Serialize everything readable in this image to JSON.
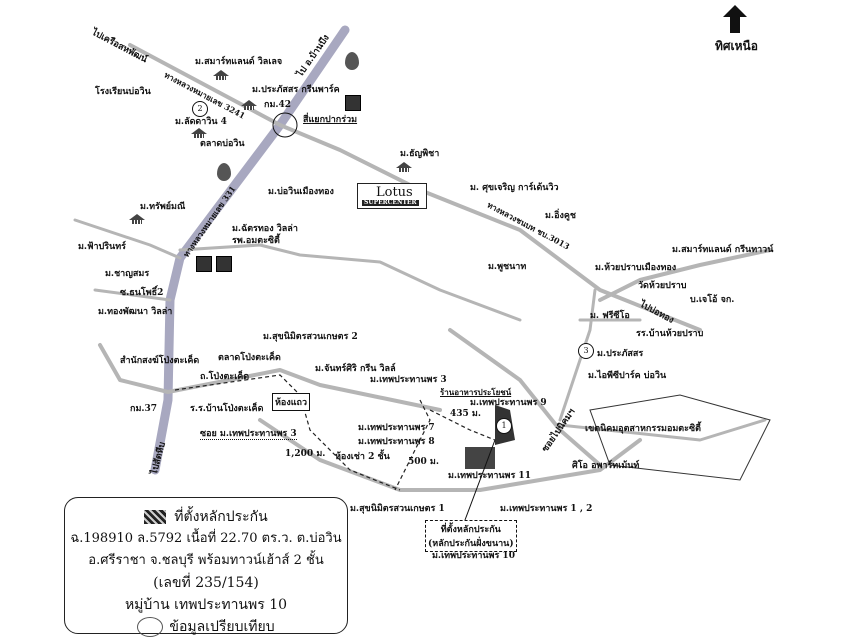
{
  "north": {
    "label": "ทิศเหนือ",
    "icon": "north-arrow-icon"
  },
  "roads": {
    "to_sahapat": "ไปเครือสหพัฒน์",
    "to_north": "ไป อ.บ้านบึง",
    "hwy_3241": "ทางหลวงหมายเลข 3241",
    "hwy_331": "ทางหลวงหมายเลข 331",
    "rural_3013": "ทางหลวงชนบท ชบ.3013",
    "to_sattahip": "ไปสัตหีบ",
    "to_bothong": "ไปบ่อทอง",
    "soi_nikom": "ซอยไปนิคมฯ",
    "pong_ta_ket_rd": "ถ.โป่งตะเค็ด",
    "soi_thep3": "ซอย ม.เทพประทานพร 3"
  },
  "places": {
    "smart_village": "ม.สมาร์ทแลนด์ วิลเลจ",
    "school_bowin": "โรงเรียนบ่อวิน",
    "prasat_green": "ม.ประภัสสร กรีนพาร์ค",
    "km42": "กม.42",
    "ladda4": "ม.ลัดดาวิน 4",
    "bowin_market": "ตลาดบ่อวิน",
    "pak_ruam": "สี่แยกปากร่วม",
    "bowin_muangthong": "ม.บ่อวินเมืองทอง",
    "chatthong": "ม.ฉัตรทอง วิลล่า",
    "amata_hosp": "รพ.อมตะซิตี้",
    "sabai_sabai": "ม.ทรัพย์มณี",
    "fah_prathan": "ม.ฟ้าปรินทร์",
    "chanya": "ม.ชาญสมร",
    "thanaphon2": "ซ.ธนโพธิ์2",
    "thongpattana": "ม.ทองพัฒนา วิลล่า",
    "thanya": "ม.ธัญพิชา",
    "lotus": "Lotus",
    "lotus_sub": "SUPERCENTER",
    "sukcharoen": "ม. ศุขเจริญ การ์เด้นวิว",
    "ingkhuth": "ม.อิ่งคูช",
    "phuchanat": "ม.พูชนาท",
    "huaypraban": "ม.ห้วยปราบเมืองทอง",
    "smart_green": "ม.สมาร์ทแลนด์ กรีนทาวน์",
    "wat_huaypraban": "วัดห้วยปราบ",
    "bjo": "บ.เจโอ้ จก.",
    "free_city": "ม. ฟรีซีโอ",
    "school_huaypraban": "รร.บ้านห้วยปราบ",
    "prasatsorn": "ม.ประภัสสร",
    "ipark": "ม.ไอพีซีปาร์ค บ่อวิน",
    "industrial": "เขตนิคมอุตสาหกรรมอมตะซิตี้",
    "amata_apartment": "ศิโอ อพาร์ทเม้นท์",
    "suknimit2": "ม.สุขนิมิตรสวนเกษตร 2",
    "pong_market": "ตลาดโป่งตะเค็ด",
    "chansiri": "ม.จันทร์ศิริ กรีน วิลล์",
    "pong_temple": "สำนักสงฆ์โป่งตะเค็ด",
    "km37": "กม.37",
    "pong_school": "ร.ร.บ้านโป่งตะเค็ด",
    "shophouse": "ห้องแถว",
    "shophouse2": "ห้องเช่า 2 ชั้น",
    "thep3": "ม.เทพประทานพร 3",
    "prayoon": "ร้านอาหารประโยชน์",
    "thep9": "ม.เทพประทานพร 9",
    "dist_435": "435 ม.",
    "thep7": "ม.เทพประทานพร 7",
    "thep8": "ม.เทพประทานพร 8",
    "thep11": "ม.เทพประทานพร 11",
    "dist_500": "500 ม.",
    "dist_1200": "1,200 ม.",
    "suknimit1": "ม.สุขนิมิตรสวนเกษตร 1",
    "thep12": "ม.เทพประทานพร 1 , 2",
    "collateral_box_1": "ที่ตั้งหลักประกัน",
    "collateral_box_2": "(หลักประกันฝั่งขนาน)",
    "thep10": "ม.เทพประทานพร 10",
    "marker1": "1",
    "marker2": "2",
    "marker3": "3"
  },
  "legend": {
    "title": "ที่ตั้งหลักประกัน",
    "line1": "ฉ.198910 ล.5792 เนื้อที่ 22.70 ตร.ว.  ต.บ่อวิน",
    "line2": "อ.ศรีราชา จ.ชลบุรี พร้อมทาวน์เฮ้าส์ 2 ชั้น",
    "line3": "(เลขที่ 235/154)",
    "line4": "หมู่บ้าน เทพประทานพร 10",
    "comparison": "ข้อมูลเปรียบเทียบ"
  }
}
